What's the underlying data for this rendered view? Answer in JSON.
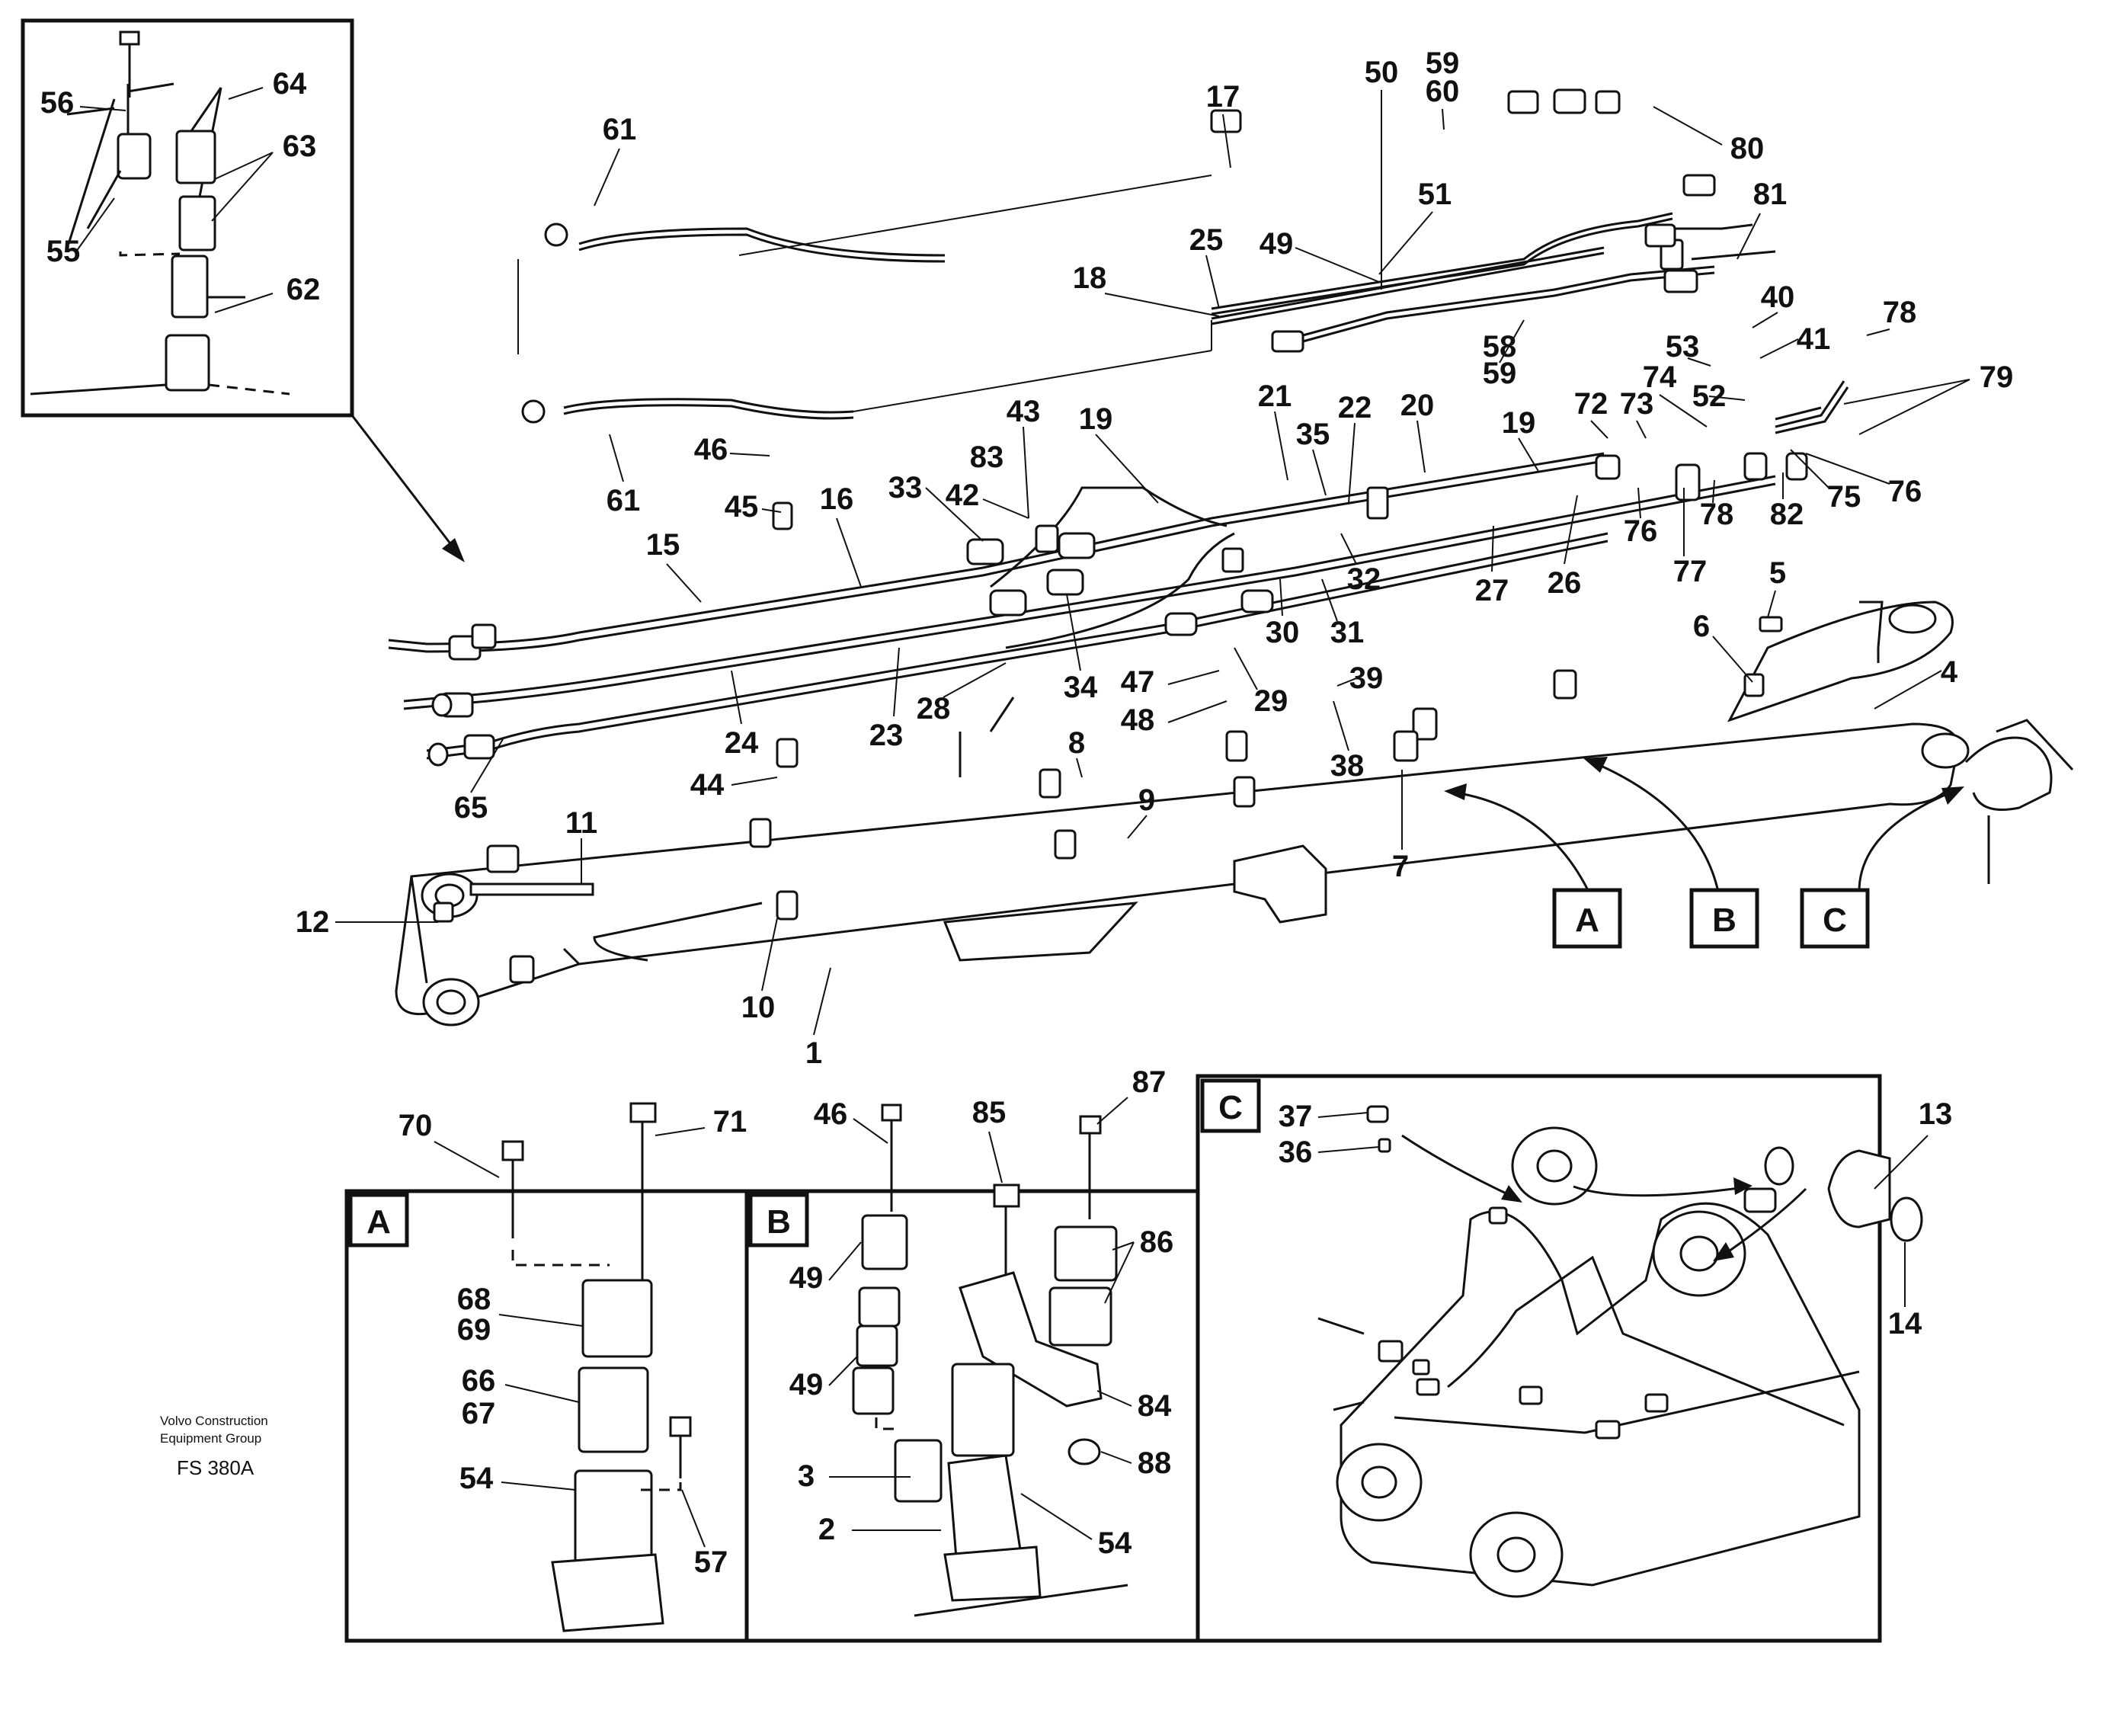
{
  "publisher": {
    "line1": "Volvo Construction",
    "line2": "Equipment Group"
  },
  "figure_code": "FS 380A",
  "detail_box_labels": {
    "A": "A",
    "B": "B",
    "C": "C"
  },
  "callouts": {
    "n1": "1",
    "n2": "2",
    "n3": "3",
    "n4": "4",
    "n5": "5",
    "n6": "6",
    "n7": "7",
    "n8": "8",
    "n9": "9",
    "n10": "10",
    "n11": "11",
    "n12": "12",
    "n13": "13",
    "n14": "14",
    "n15": "15",
    "n16": "16",
    "n17": "17",
    "n18": "18",
    "n19a": "19",
    "n19b": "19",
    "n20": "20",
    "n21": "21",
    "n22": "22",
    "n23": "23",
    "n24": "24",
    "n25": "25",
    "n26": "26",
    "n27": "27",
    "n28": "28",
    "n29": "29",
    "n30": "30",
    "n31": "31",
    "n32": "32",
    "n33": "33",
    "n34": "34",
    "n35": "35",
    "n36": "36",
    "n37": "37",
    "n38": "38",
    "n39": "39",
    "n40": "40",
    "n41": "41",
    "n42": "42",
    "n43": "43",
    "n44": "44",
    "n45": "45",
    "n46a": "46",
    "n46b": "46",
    "n47": "47",
    "n48": "48",
    "n49a": "49",
    "n49b": "49",
    "n49c": "49",
    "n50": "50",
    "n51": "51",
    "n52": "52",
    "n53": "53",
    "n54a": "54",
    "n54b": "54",
    "n55": "55",
    "n56": "56",
    "n57": "57",
    "n58": "58",
    "n59a": "59",
    "n59b": "59",
    "n60": "60",
    "n61a": "61",
    "n61b": "61",
    "n62": "62",
    "n63": "63",
    "n64": "64",
    "n65": "65",
    "n66": "66",
    "n67": "67",
    "n68": "68",
    "n69": "69",
    "n70": "70",
    "n71": "71",
    "n72": "72",
    "n73": "73",
    "n74": "74",
    "n75": "75",
    "n76a": "76",
    "n76b": "76",
    "n77": "77",
    "n78a": "78",
    "n78b": "78",
    "n79": "79",
    "n80": "80",
    "n81": "81",
    "n82": "82",
    "n83": "83",
    "n84": "84",
    "n85": "85",
    "n86": "86",
    "n87": "87",
    "n88": "88"
  }
}
